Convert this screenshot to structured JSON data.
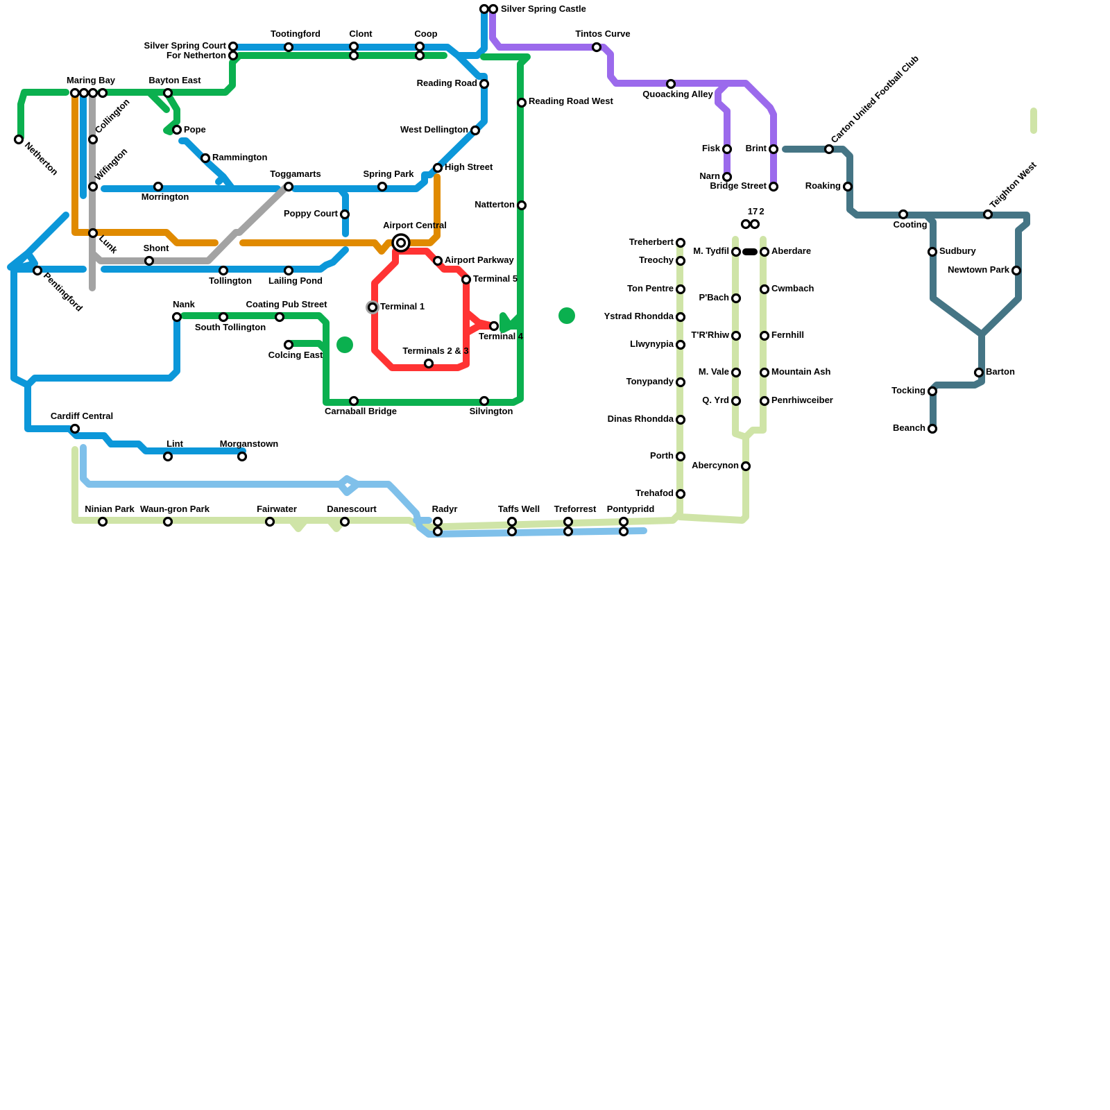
{
  "lines": [
    {
      "id": "green-north",
      "color": "#0bb04f"
    },
    {
      "id": "blue-main",
      "color": "#0c97d9"
    },
    {
      "id": "orange",
      "color": "#e08a00"
    },
    {
      "id": "grey",
      "color": "#a3a3a3"
    },
    {
      "id": "purple",
      "color": "#9b6aec"
    },
    {
      "id": "red-airport",
      "color": "#ff3333"
    },
    {
      "id": "slate",
      "color": "#457585"
    },
    {
      "id": "light-green-valleys",
      "color": "#cfe4a7"
    },
    {
      "id": "light-blue",
      "color": "#7fc0ea"
    },
    {
      "id": "black-link",
      "color": "#000000"
    }
  ],
  "stations": [
    {
      "id": "silver-spring-castle",
      "name": "Silver Spring Castle"
    },
    {
      "id": "silver-spring-court",
      "name": "Silver Spring Court"
    },
    {
      "id": "for-netherton",
      "name": "For Netherton"
    },
    {
      "id": "tootingford",
      "name": "Tootingford"
    },
    {
      "id": "clont",
      "name": "Clont"
    },
    {
      "id": "coop",
      "name": "Coop"
    },
    {
      "id": "tintos-curve",
      "name": "Tintos Curve"
    },
    {
      "id": "maring-bay",
      "name": "Maring Bay"
    },
    {
      "id": "bayton-east",
      "name": "Bayton East"
    },
    {
      "id": "reading-road",
      "name": "Reading Road"
    },
    {
      "id": "reading-road-west",
      "name": "Reading Road West"
    },
    {
      "id": "quoacking-alley",
      "name": "Quoacking Alley"
    },
    {
      "id": "netherton",
      "name": "Netherton"
    },
    {
      "id": "collington",
      "name": "Collington"
    },
    {
      "id": "pope",
      "name": "Pope"
    },
    {
      "id": "west-dellington",
      "name": "West Dellington"
    },
    {
      "id": "carton-united",
      "name": "Carton United Football Club"
    },
    {
      "id": "fisk",
      "name": "Fisk"
    },
    {
      "id": "brint",
      "name": "Brint"
    },
    {
      "id": "rammington",
      "name": "Rammington"
    },
    {
      "id": "high-street",
      "name": "High Street"
    },
    {
      "id": "toggamarts",
      "name": "Toggamarts"
    },
    {
      "id": "spring-park",
      "name": "Spring Park"
    },
    {
      "id": "wifington",
      "name": "Wifington"
    },
    {
      "id": "morrington",
      "name": "Morrington"
    },
    {
      "id": "narn",
      "name": "Narn"
    },
    {
      "id": "bridge-street",
      "name": "Bridge Street"
    },
    {
      "id": "roaking",
      "name": "Roaking"
    },
    {
      "id": "natterton",
      "name": "Natterton"
    },
    {
      "id": "poppy-court",
      "name": "Poppy Court"
    },
    {
      "id": "cooting",
      "name": "Cooting"
    },
    {
      "id": "teighton-west",
      "name": "Teighton West"
    },
    {
      "id": "st-17",
      "name": "17"
    },
    {
      "id": "st-2",
      "name": "2"
    },
    {
      "id": "airport-central",
      "name": "Airport Central"
    },
    {
      "id": "lunk",
      "name": "Lunk"
    },
    {
      "id": "treherbert",
      "name": "Treherbert"
    },
    {
      "id": "m-tydfil",
      "name": "M. Tydfil"
    },
    {
      "id": "aberdare",
      "name": "Aberdare"
    },
    {
      "id": "sudbury",
      "name": "Sudbury"
    },
    {
      "id": "shont",
      "name": "Shont"
    },
    {
      "id": "airport-parkway",
      "name": "Airport Parkway"
    },
    {
      "id": "treochy",
      "name": "Treochy"
    },
    {
      "id": "newtown-park",
      "name": "Newtown Park"
    },
    {
      "id": "pentingford",
      "name": "Pentingford"
    },
    {
      "id": "tollington",
      "name": "Tollington"
    },
    {
      "id": "lailing-pond",
      "name": "Lailing Pond"
    },
    {
      "id": "terminal-5",
      "name": "Terminal 5"
    },
    {
      "id": "ton-pentre",
      "name": "Ton Pentre"
    },
    {
      "id": "cwmbach",
      "name": "Cwmbach"
    },
    {
      "id": "pbach",
      "name": "P'Bach"
    },
    {
      "id": "terminal-1",
      "name": "Terminal 1"
    },
    {
      "id": "nank",
      "name": "Nank"
    },
    {
      "id": "coating-pub-street",
      "name": "Coating Pub Street"
    },
    {
      "id": "south-tollington",
      "name": "South Tollington"
    },
    {
      "id": "ystrad-rhondda",
      "name": "Ystrad Rhondda"
    },
    {
      "id": "terminal-4",
      "name": "Terminal 4"
    },
    {
      "id": "trrhiw",
      "name": "T'R'Rhiw"
    },
    {
      "id": "fernhill",
      "name": "Fernhill"
    },
    {
      "id": "colcing-east",
      "name": "Colcing East"
    },
    {
      "id": "llwynypia",
      "name": "Llwynypia"
    },
    {
      "id": "terminals-2-3",
      "name": "Terminals 2 & 3"
    },
    {
      "id": "m-vale",
      "name": "M. Vale"
    },
    {
      "id": "mountain-ash",
      "name": "Mountain Ash"
    },
    {
      "id": "barton",
      "name": "Barton"
    },
    {
      "id": "tonypandy",
      "name": "Tonypandy"
    },
    {
      "id": "tocking",
      "name": "Tocking"
    },
    {
      "id": "q-yrd",
      "name": "Q. Yrd"
    },
    {
      "id": "penrhiwceiber",
      "name": "Penrhiwceiber"
    },
    {
      "id": "carnaball-bridge",
      "name": "Carnaball Bridge"
    },
    {
      "id": "silvington",
      "name": "Silvington"
    },
    {
      "id": "cardiff-central",
      "name": "Cardiff Central"
    },
    {
      "id": "dinas-rhondda",
      "name": "Dinas Rhondda"
    },
    {
      "id": "beanch",
      "name": "Beanch"
    },
    {
      "id": "lint",
      "name": "Lint"
    },
    {
      "id": "morganstown",
      "name": "Morganstown"
    },
    {
      "id": "porth",
      "name": "Porth"
    },
    {
      "id": "abercynon",
      "name": "Abercynon"
    },
    {
      "id": "trehafod",
      "name": "Trehafod"
    },
    {
      "id": "ninian-park",
      "name": "Ninian Park"
    },
    {
      "id": "waun-gron-park",
      "name": "Waun-gron Park"
    },
    {
      "id": "fairwater",
      "name": "Fairwater"
    },
    {
      "id": "danescourt",
      "name": "Danescourt"
    },
    {
      "id": "radyr",
      "name": "Radyr"
    },
    {
      "id": "taffs-well",
      "name": "Taffs Well"
    },
    {
      "id": "treforrest",
      "name": "Treforrest"
    },
    {
      "id": "pontypridd",
      "name": "Pontypridd"
    }
  ]
}
